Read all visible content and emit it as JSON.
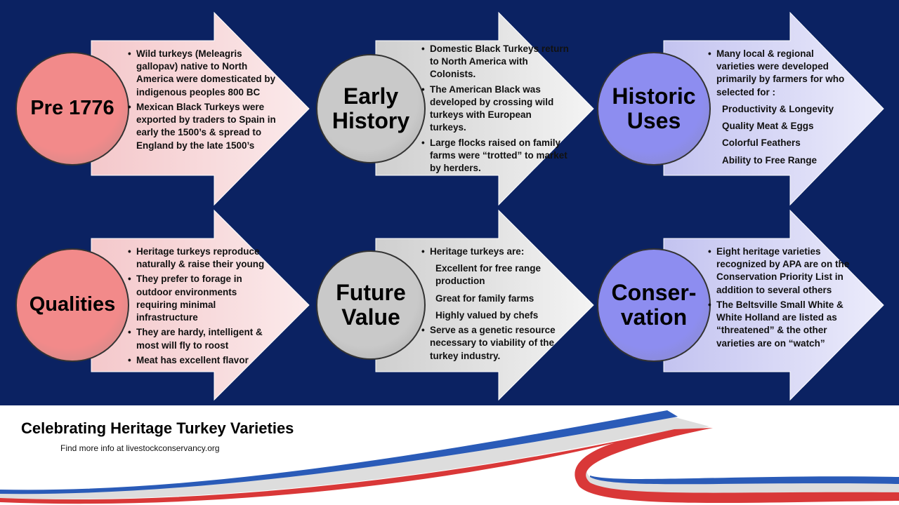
{
  "panels": [
    {
      "title": "Pre 1776",
      "items": [
        {
          "t": "Wild turkeys (Meleagris gallopav) native to North America were domesticated by indigenous peoples 800 BC",
          "b": true
        },
        {
          "t": "Mexican Black Turkeys were exported by traders to Spain in early the 1500’s & spread to England by the late 1500’s",
          "b": true
        }
      ]
    },
    {
      "title": "Early History",
      "items": [
        {
          "t": "Domestic Black Turkeys return to North America with Colonists.",
          "b": true
        },
        {
          "t": "The American Black was developed by crossing wild turkeys with European turkeys.",
          "b": true
        },
        {
          "t": "Large flocks raised on family farms were “trotted” to market by herders.",
          "b": true
        }
      ]
    },
    {
      "title": "Historic Uses",
      "items": [
        {
          "t": "Many local & regional varieties were developed primarily by farmers for who selected for :",
          "b": true
        },
        {
          "t": "Productivity & Longevity",
          "b": false
        },
        {
          "t": "Quality Meat & Eggs",
          "b": false
        },
        {
          "t": "Colorful Feathers",
          "b": false
        },
        {
          "t": "Ability to Free Range",
          "b": false
        }
      ]
    },
    {
      "title": "Qualities",
      "items": [
        {
          "t": "Heritage turkeys reproduce naturally & raise their young",
          "b": true
        },
        {
          "t": "They prefer to forage in outdoor environments requiring minimal infrastructure",
          "b": true
        },
        {
          "t": "They are hardy, intelligent & most will fly to roost",
          "b": true
        },
        {
          "t": "Meat has excellent flavor",
          "b": true
        }
      ]
    },
    {
      "title": "Future Value",
      "items": [
        {
          "t": "Heritage turkeys are:",
          "b": true
        },
        {
          "t": "Excellent for free range production",
          "b": false
        },
        {
          "t": "Great for family farms",
          "b": false
        },
        {
          "t": "Highly valued by chefs",
          "b": false
        },
        {
          "t": "Serve as a genetic resource necessary to viability of the turkey industry.",
          "b": true
        }
      ]
    },
    {
      "title": "Conser-vation",
      "items": [
        {
          "t": "Eight heritage varieties recognized by APA are on the Conservation Priority List in addition to several others",
          "b": true
        },
        {
          "t": "The Beltsville Small White & White Holland are listed as “threatened” & the other varieties are on “watch”",
          "b": true
        }
      ]
    }
  ],
  "footer": {
    "title": "Celebrating Heritage Turkey Varieties",
    "link": "Find more info at livestockconservancy.org"
  },
  "colors": {
    "background": "#0b2262",
    "pink": "#f6d3d5",
    "gray": "#dcdcdc",
    "lavender": "#c9c9f2"
  }
}
